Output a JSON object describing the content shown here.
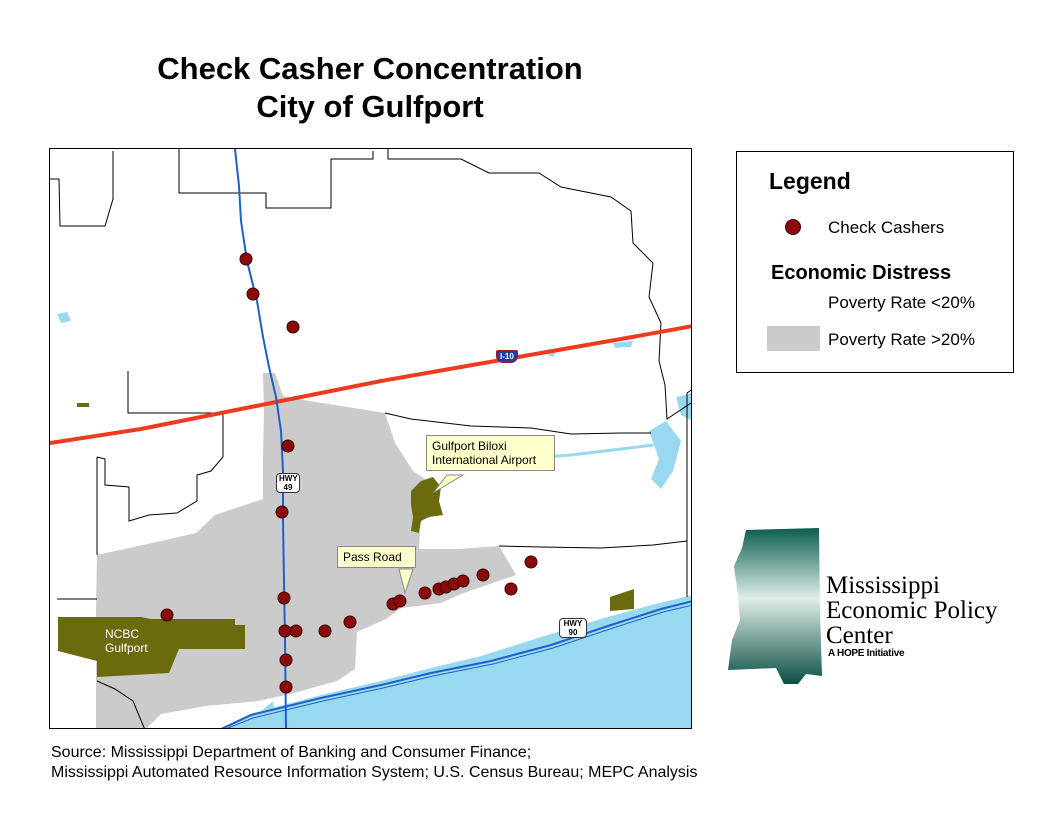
{
  "title": {
    "line1": "Check Casher Concentration",
    "line2": "City of Gulfport"
  },
  "legend": {
    "title": "Legend",
    "check_cashers_label": "Check Cashers",
    "economic_distress_title": "Economic Distress",
    "poverty_low_label": "Poverty Rate <20%",
    "poverty_high_label": "Poverty Rate >20%"
  },
  "map_labels": {
    "airport_line1": "Gulfport Biloxi",
    "airport_line2": "International Airport",
    "pass_road": "Pass Road",
    "ncbc_line1": "NCBC",
    "ncbc_line2": "Gulfport",
    "hwy49": "HWY 49",
    "hwy90": "HWY 90",
    "i10": "I-10"
  },
  "logo": {
    "line1": "Mississippi",
    "line2": "Economic Policy",
    "line3": "Center",
    "tagline": "A HOPE Initiative"
  },
  "source": {
    "line1": "Source: Mississippi Department of Banking and Consumer Finance;",
    "line2": "Mississippi Automated Resource Information System; U.S. Census Bureau; MEPC Analysis"
  },
  "colors": {
    "marker": "#8b0b0b",
    "poverty_high": "#cbcbcb",
    "water": "#99d9ef",
    "interstate": "#ee3b1f",
    "highway": "#1f5fc8",
    "military_airport": "#6b6b0e"
  },
  "check_casher_locations": [
    {
      "lon": 245,
      "lat": 258
    },
    {
      "lon": 252,
      "lat": 293
    },
    {
      "lon": 292,
      "lat": 326
    },
    {
      "lon": 287,
      "lat": 445
    },
    {
      "lon": 281,
      "lat": 511
    },
    {
      "lon": 283,
      "lat": 597
    },
    {
      "lon": 284,
      "lat": 630
    },
    {
      "lon": 295,
      "lat": 630
    },
    {
      "lon": 285,
      "lat": 659
    },
    {
      "lon": 285,
      "lat": 686
    },
    {
      "lon": 166,
      "lat": 614
    },
    {
      "lon": 324,
      "lat": 630
    },
    {
      "lon": 349,
      "lat": 621
    },
    {
      "lon": 392,
      "lat": 603
    },
    {
      "lon": 399,
      "lat": 600
    },
    {
      "lon": 424,
      "lat": 592
    },
    {
      "lon": 438,
      "lat": 588
    },
    {
      "lon": 445,
      "lat": 586
    },
    {
      "lon": 453,
      "lat": 583
    },
    {
      "lon": 462,
      "lat": 580
    },
    {
      "lon": 482,
      "lat": 574
    },
    {
      "lon": 510,
      "lat": 588
    },
    {
      "lon": 530,
      "lat": 561
    }
  ]
}
